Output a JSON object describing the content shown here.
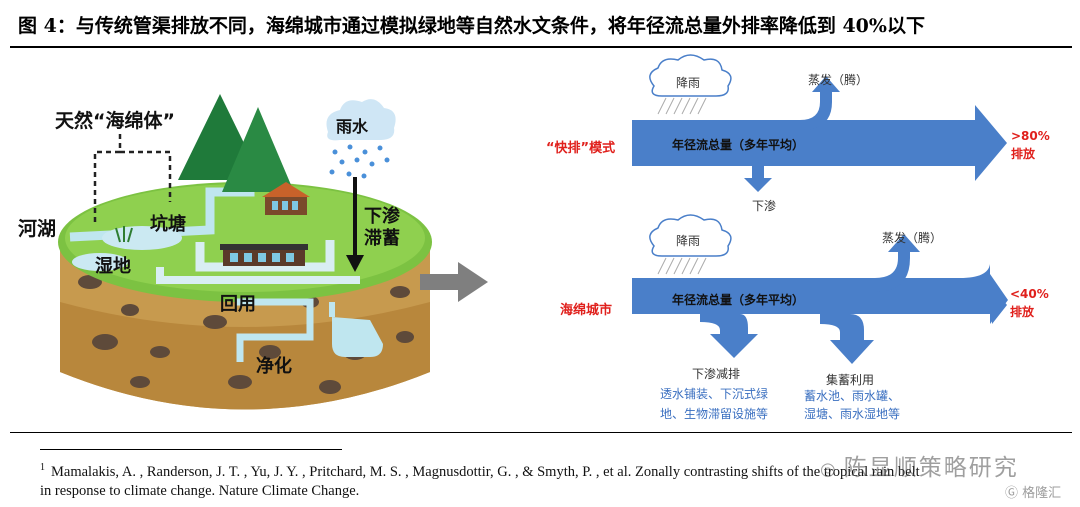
{
  "title": "图 4：与传统管渠排放不同，海绵城市通过模拟绿地等自然水文条件，将年径流总量外排率降低到 40%以下",
  "left_illustration": {
    "sponge": "天然“海绵体”",
    "lake": "河湖",
    "pond": "坑塘",
    "wetland": "湿地",
    "rain": "雨水",
    "infiltration_line1": "下渗",
    "infiltration_line2": "滞蓄",
    "reuse": "回用",
    "purify": "净化"
  },
  "diagram_top": {
    "rain": "降雨",
    "evaporation": "蒸发（腾）",
    "mode": "“快排”模式",
    "runoff": "年径流总量（多年平均）",
    "infiltration": "下渗",
    "rate": ">80%",
    "discharge": "排放"
  },
  "diagram_bottom": {
    "rain": "降雨",
    "evaporation": "蒸发（腾）",
    "mode": "海绵城市",
    "runoff": "年径流总量（多年平均）",
    "infiltration": "下渗减排",
    "infiltration_detail_1": "透水铺装、下沉式绿",
    "infiltration_detail_2": "地、生物滞留设施等",
    "storage": "集蓄利用",
    "storage_detail_1": "蓄水池、雨水罐、",
    "storage_detail_2": "湿塘、雨水湿地等",
    "rate": "<40%",
    "discharge": "排放"
  },
  "footnote": {
    "marker": "1",
    "line1": "Mamalakis, A. , Randerson, J. T. , Yu, J. Y. , Pritchard, M. S. , Magnusdottir, G. , & Smyth, P. , et al. Zonally contrasting shifts of the tropical rain belt",
    "line2": "in response to climate change. Nature Climate Change."
  },
  "watermark": "陈显顺策略研究",
  "watermark_logo": "格隆汇",
  "colors": {
    "arrow_blue": "#4a7fc9",
    "mode_red": "#e0201c",
    "detail_blue": "#3a6fc0",
    "grass": "#7cc242",
    "soil": "#c79a4e"
  }
}
